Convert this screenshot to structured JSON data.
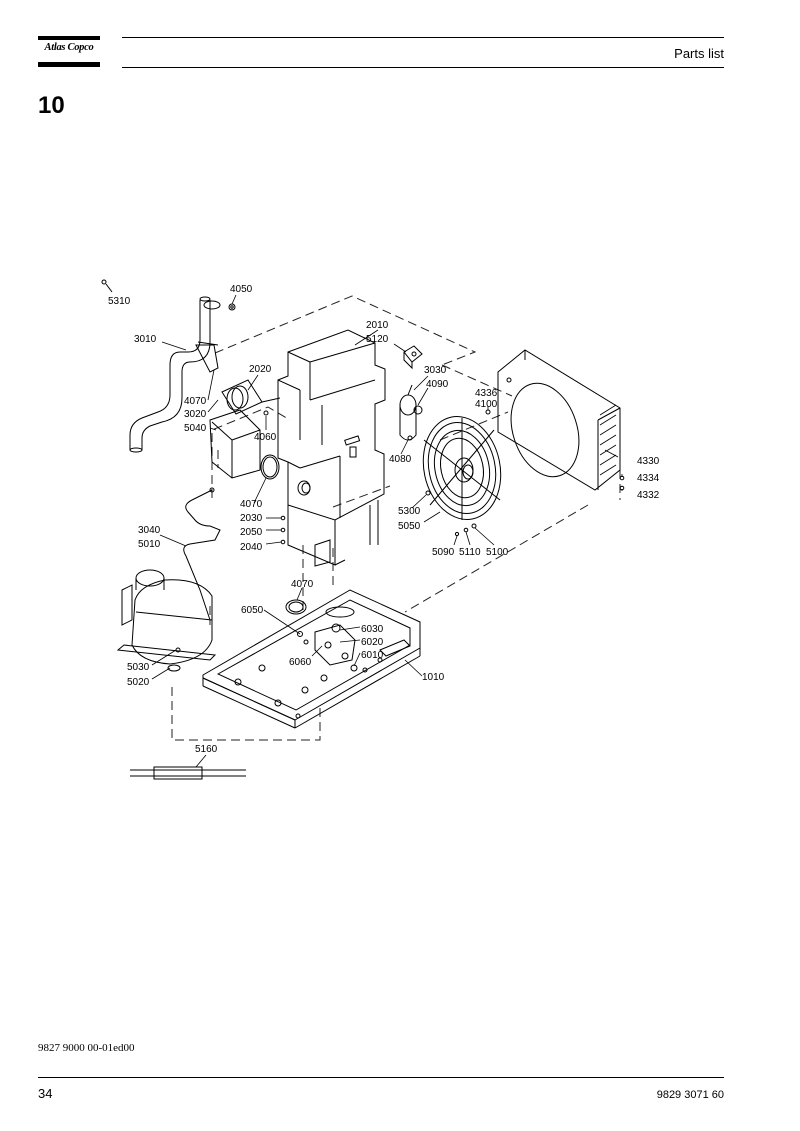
{
  "header": {
    "logo_text": "Atlas Copco",
    "title": "Parts list"
  },
  "section_number": "10",
  "callouts": {
    "c5310": "5310",
    "c4050": "4050",
    "c2010": "2010",
    "c5120": "5120",
    "c3010": "3010",
    "c2020": "2020",
    "c3030": "3030",
    "c4090": "4090",
    "c4336": "4336",
    "c4100": "4100",
    "c4070a": "4070",
    "c3020": "3020",
    "c5040": "5040",
    "c4060": "4060",
    "c4080": "4080",
    "c4330": "4330",
    "c4334": "4334",
    "c4332": "4332",
    "c5300": "5300",
    "c5050": "5050",
    "c4070b": "4070",
    "c2030": "2030",
    "c2050": "2050",
    "c2040": "2040",
    "c3040": "3040",
    "c5010": "5010",
    "c5090": "5090",
    "c5110": "5110",
    "c5100": "5100",
    "c4070c": "4070",
    "c6050": "6050",
    "c6030": "6030",
    "c6020": "6020",
    "c6010": "6010",
    "c6060": "6060",
    "c5030": "5030",
    "c5020": "5020",
    "c1010": "1010",
    "c5160": "5160"
  },
  "footer": {
    "doc_code": "9827 9000 00-01ed00",
    "page_number": "34",
    "part_code": "9829 3071 60"
  }
}
